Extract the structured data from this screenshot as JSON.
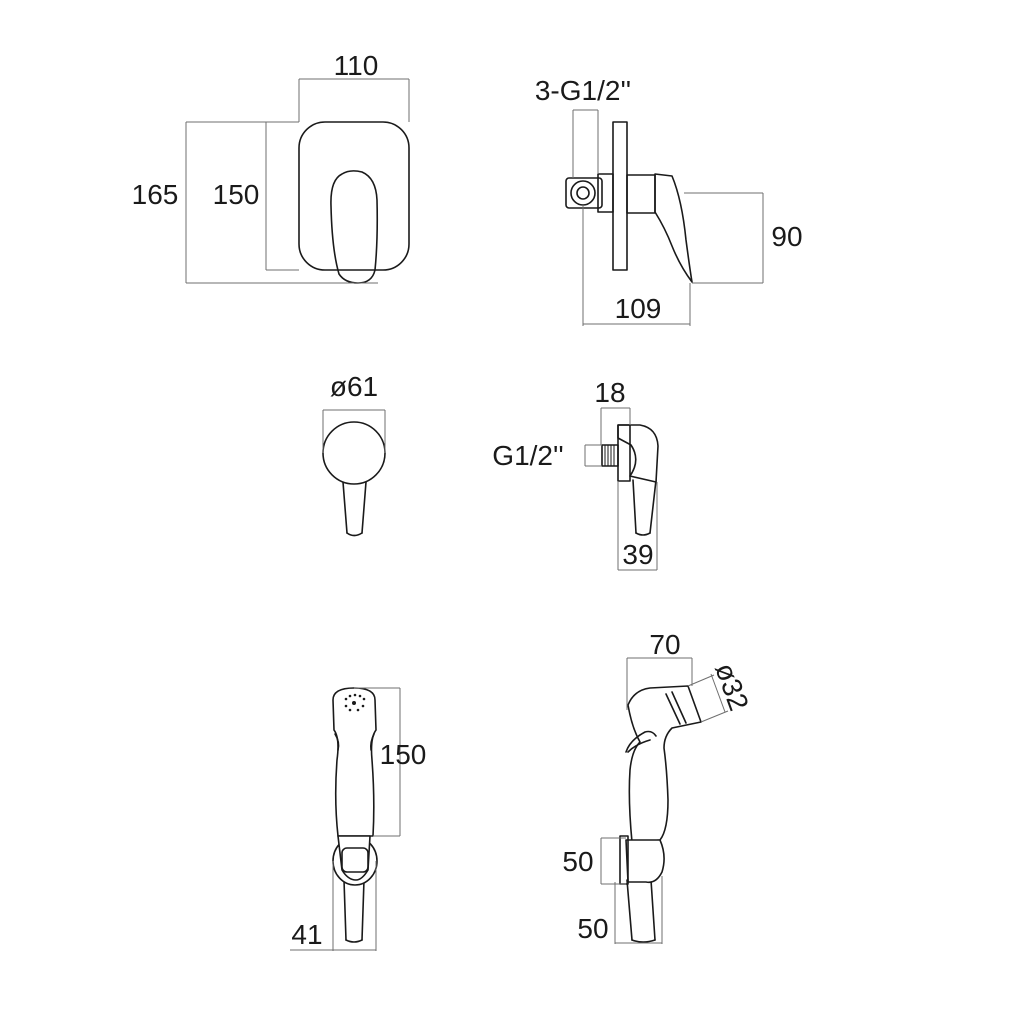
{
  "views": {
    "mixer_front": {
      "width": "110",
      "height_outer": "165",
      "height_plate": "150"
    },
    "mixer_side": {
      "inlets": "3-G1/2''",
      "height": "90",
      "depth": "109"
    },
    "wall_outlet_front": {
      "diameter": "ø61"
    },
    "wall_outlet_side": {
      "depth": "18",
      "thread": "G1/2''",
      "height": "39"
    },
    "handshower_front": {
      "length": "150",
      "holder_width": "41"
    },
    "handshower_side": {
      "width": "70",
      "head_diameter": "ø32",
      "holder_height": "50",
      "hose_width": "50"
    }
  },
  "colors": {
    "line": "#1a1a1a",
    "dimension": "#6f6f6f",
    "background": "#ffffff"
  }
}
